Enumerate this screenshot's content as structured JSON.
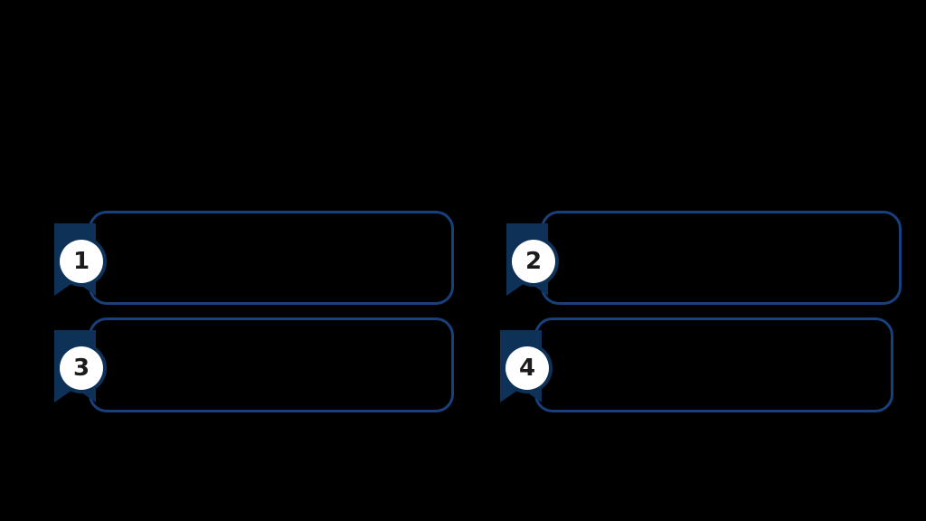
{
  "slide": {
    "background_color": "#000000",
    "title": "",
    "subtitle": ""
  },
  "theme": {
    "ribbon_color": "#0e3158",
    "card_border_color": "#17407c",
    "badge_circle_fill": "#ffffff",
    "badge_number_color": "#1b1b1b",
    "background_color": "#000000"
  },
  "cards": [
    {
      "number": "1",
      "badge_name": "badge-1",
      "heading": "",
      "text": ""
    },
    {
      "number": "2",
      "badge_name": "badge-2",
      "heading": "",
      "text": ""
    },
    {
      "number": "3",
      "badge_name": "badge-3",
      "heading": "",
      "text": ""
    },
    {
      "number": "4",
      "badge_name": "badge-4",
      "heading": "",
      "text": ""
    }
  ]
}
